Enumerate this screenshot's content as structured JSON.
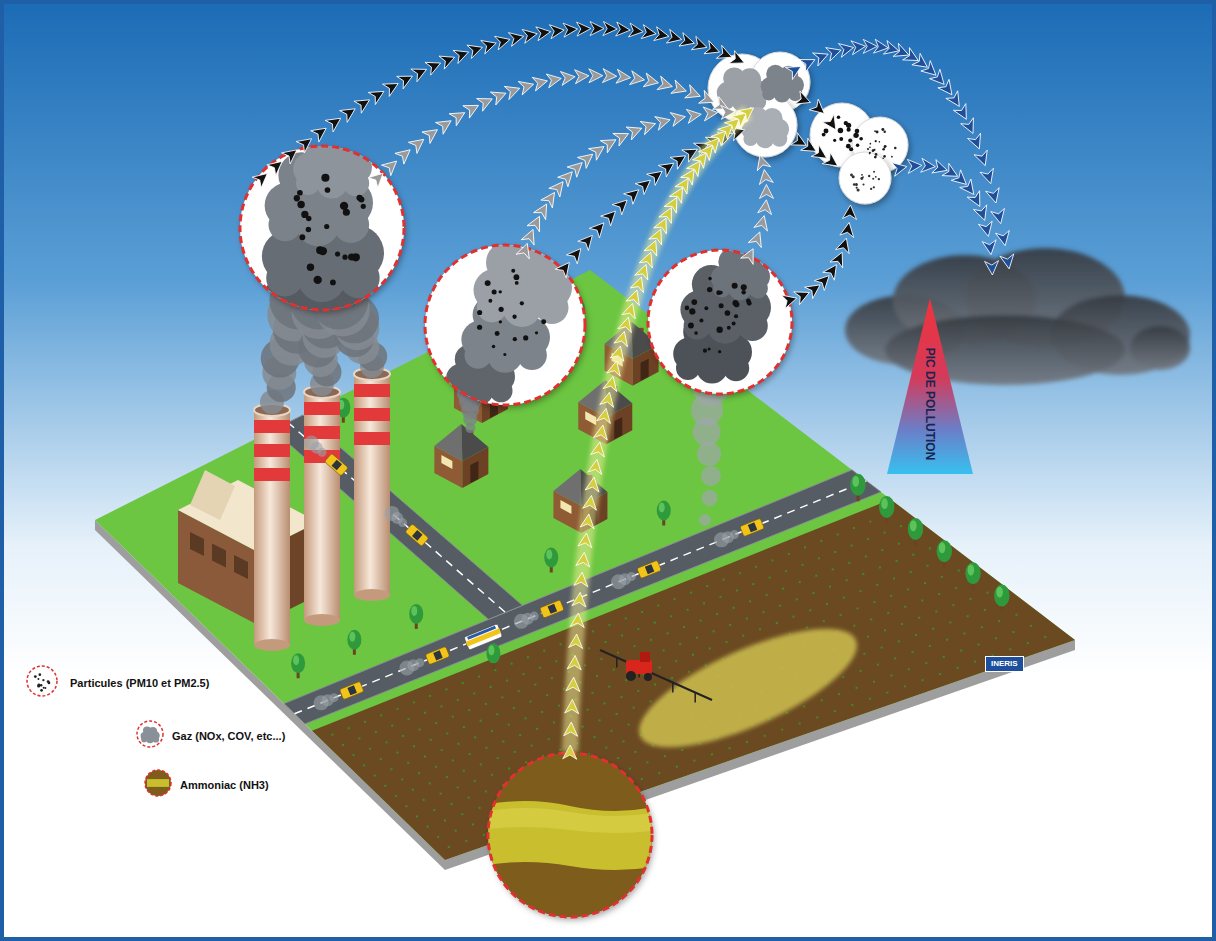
{
  "diagram": {
    "nodes": [
      {
        "text": [
          "PIC DE POLLUTION"
        ]
      }
    ],
    "labels": [
      "INERIS"
    ],
    "legend": [
      {
        "text": "Particules (PM10 et PM2.5)"
      },
      {
        "text": "Gaz (NOx, COV, etc...)"
      },
      {
        "text": "Ammoniac (NH3)"
      }
    ]
  }
}
